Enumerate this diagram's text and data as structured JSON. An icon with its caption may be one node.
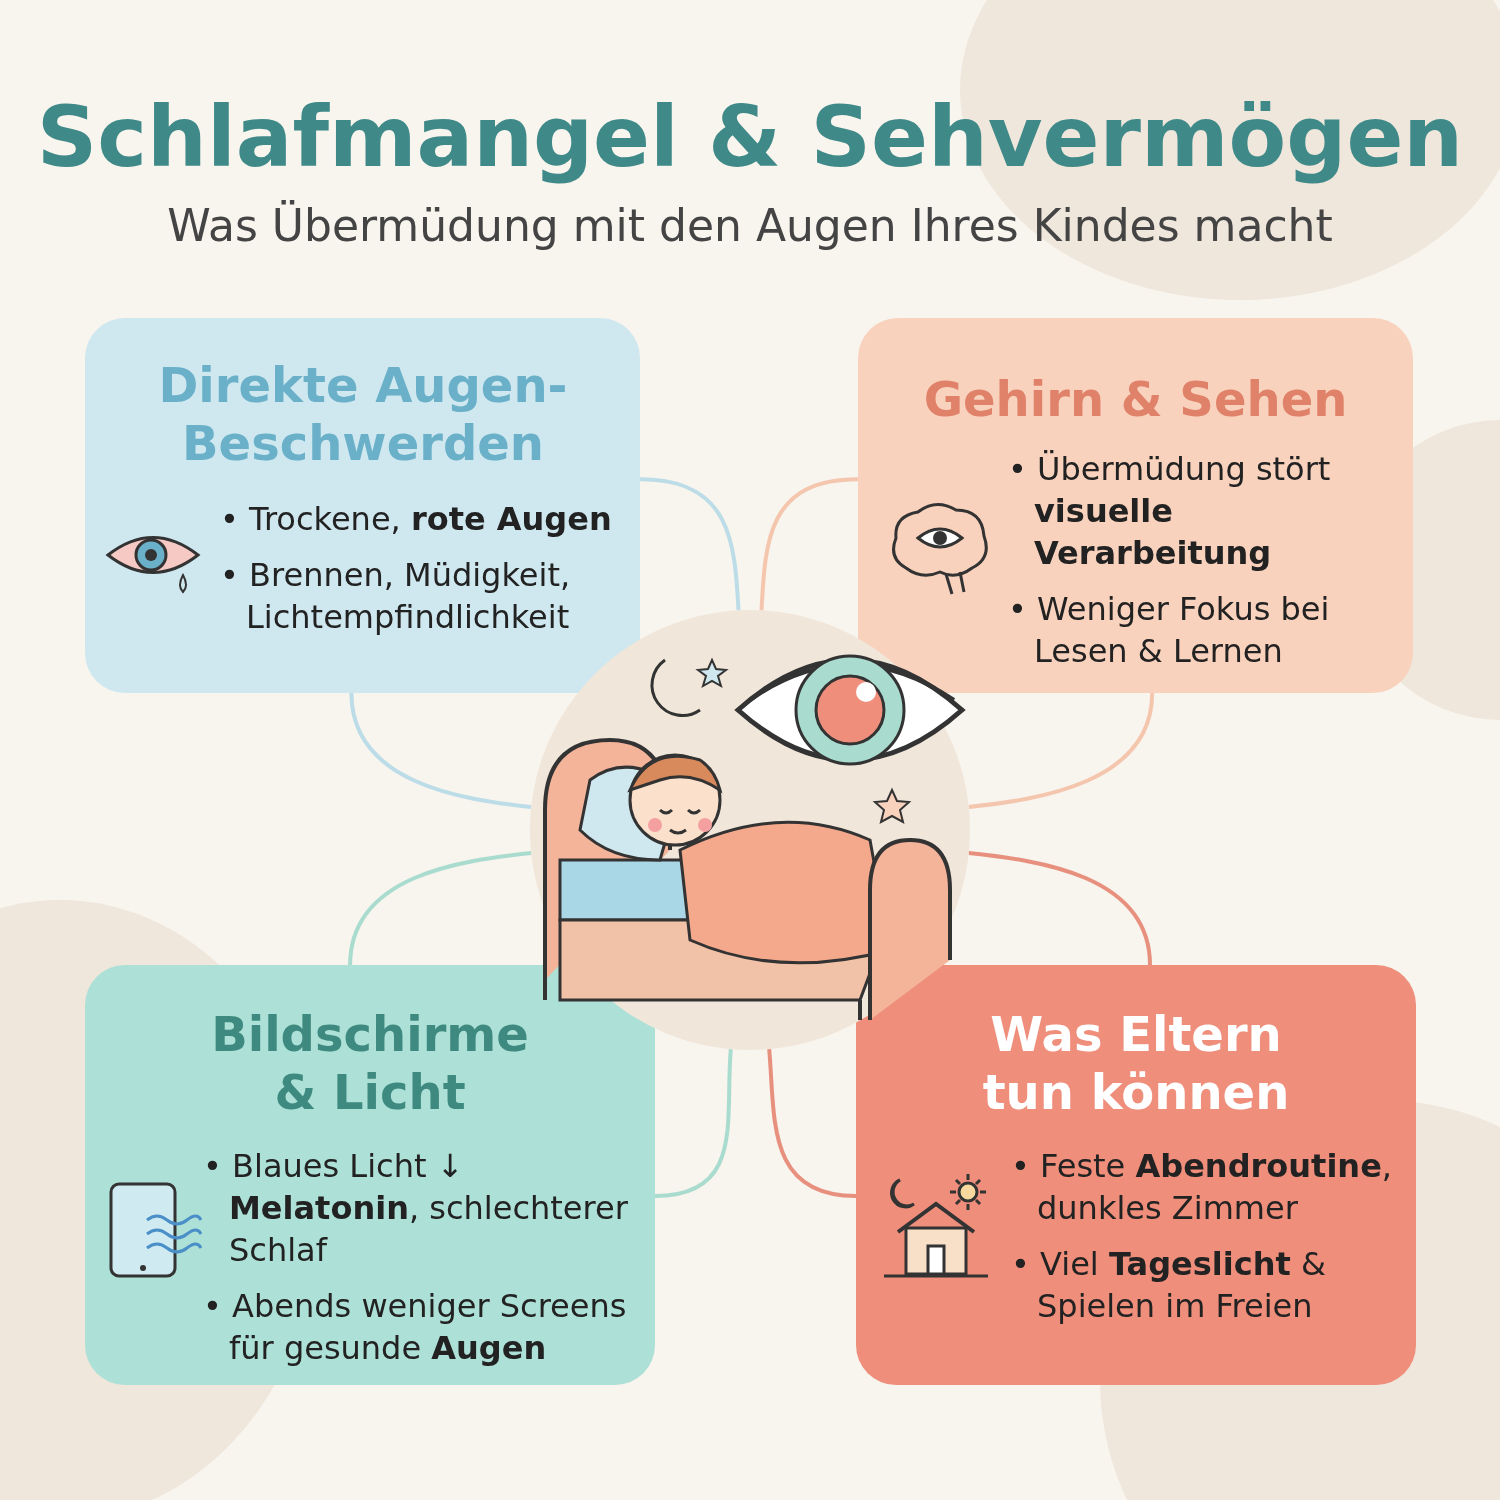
{
  "diagram": {
    "title": "Schlafmangel & Sehvermögen",
    "caption": "Was Übermüdung mit den Augen Ihres Kindes macht",
    "nodes": [
      {
        "text": [
          "Direkte Augen-Beschwerden",
          "• Trockene, **rote Augen**",
          "• Brennen, Müdigkeit, Lichtempfindlichkeit"
        ]
      },
      {
        "text": [
          "Gehirn & Sehen",
          "• Übermüdung stört **visuelle Verarbeitung**",
          "• Weniger Fokus bei Lesen & Lernen"
        ]
      },
      {
        "text": [
          "Bildschirme & Licht",
          "• Blaues Licht ↓ **Melatonin**, schlechterer Schlaf",
          "• Abends weniger Screens für gesunde **Augen**"
        ]
      },
      {
        "text": [
          "Was Eltern tun können",
          "• Feste **Abendroutine**, dunkles Zimmer",
          "• Viel **Tageslicht** & Spielen im Freien"
        ]
      },
      {
        "text": [],
        "shape": "picture"
      }
    ],
    "edges": [
      {
        "from": 0,
        "to": 4,
        "arrow": "none",
        "color": "#bcdde8"
      },
      {
        "from": 0,
        "to": 4,
        "arrow": "none",
        "color": "#bcdde8"
      },
      {
        "from": 1,
        "to": 4,
        "arrow": "none",
        "color": "#f5c6ae"
      },
      {
        "from": 1,
        "to": 4,
        "arrow": "none",
        "color": "#f5c6ae"
      },
      {
        "from": 2,
        "to": 4,
        "arrow": "none",
        "color": "#a9dccf"
      },
      {
        "from": 2,
        "to": 4,
        "arrow": "none",
        "color": "#a9dccf"
      },
      {
        "from": 3,
        "to": 4,
        "arrow": "none",
        "color": "#e8907e"
      },
      {
        "from": 3,
        "to": 4,
        "arrow": "none",
        "color": "#e8907e"
      }
    ]
  }
}
